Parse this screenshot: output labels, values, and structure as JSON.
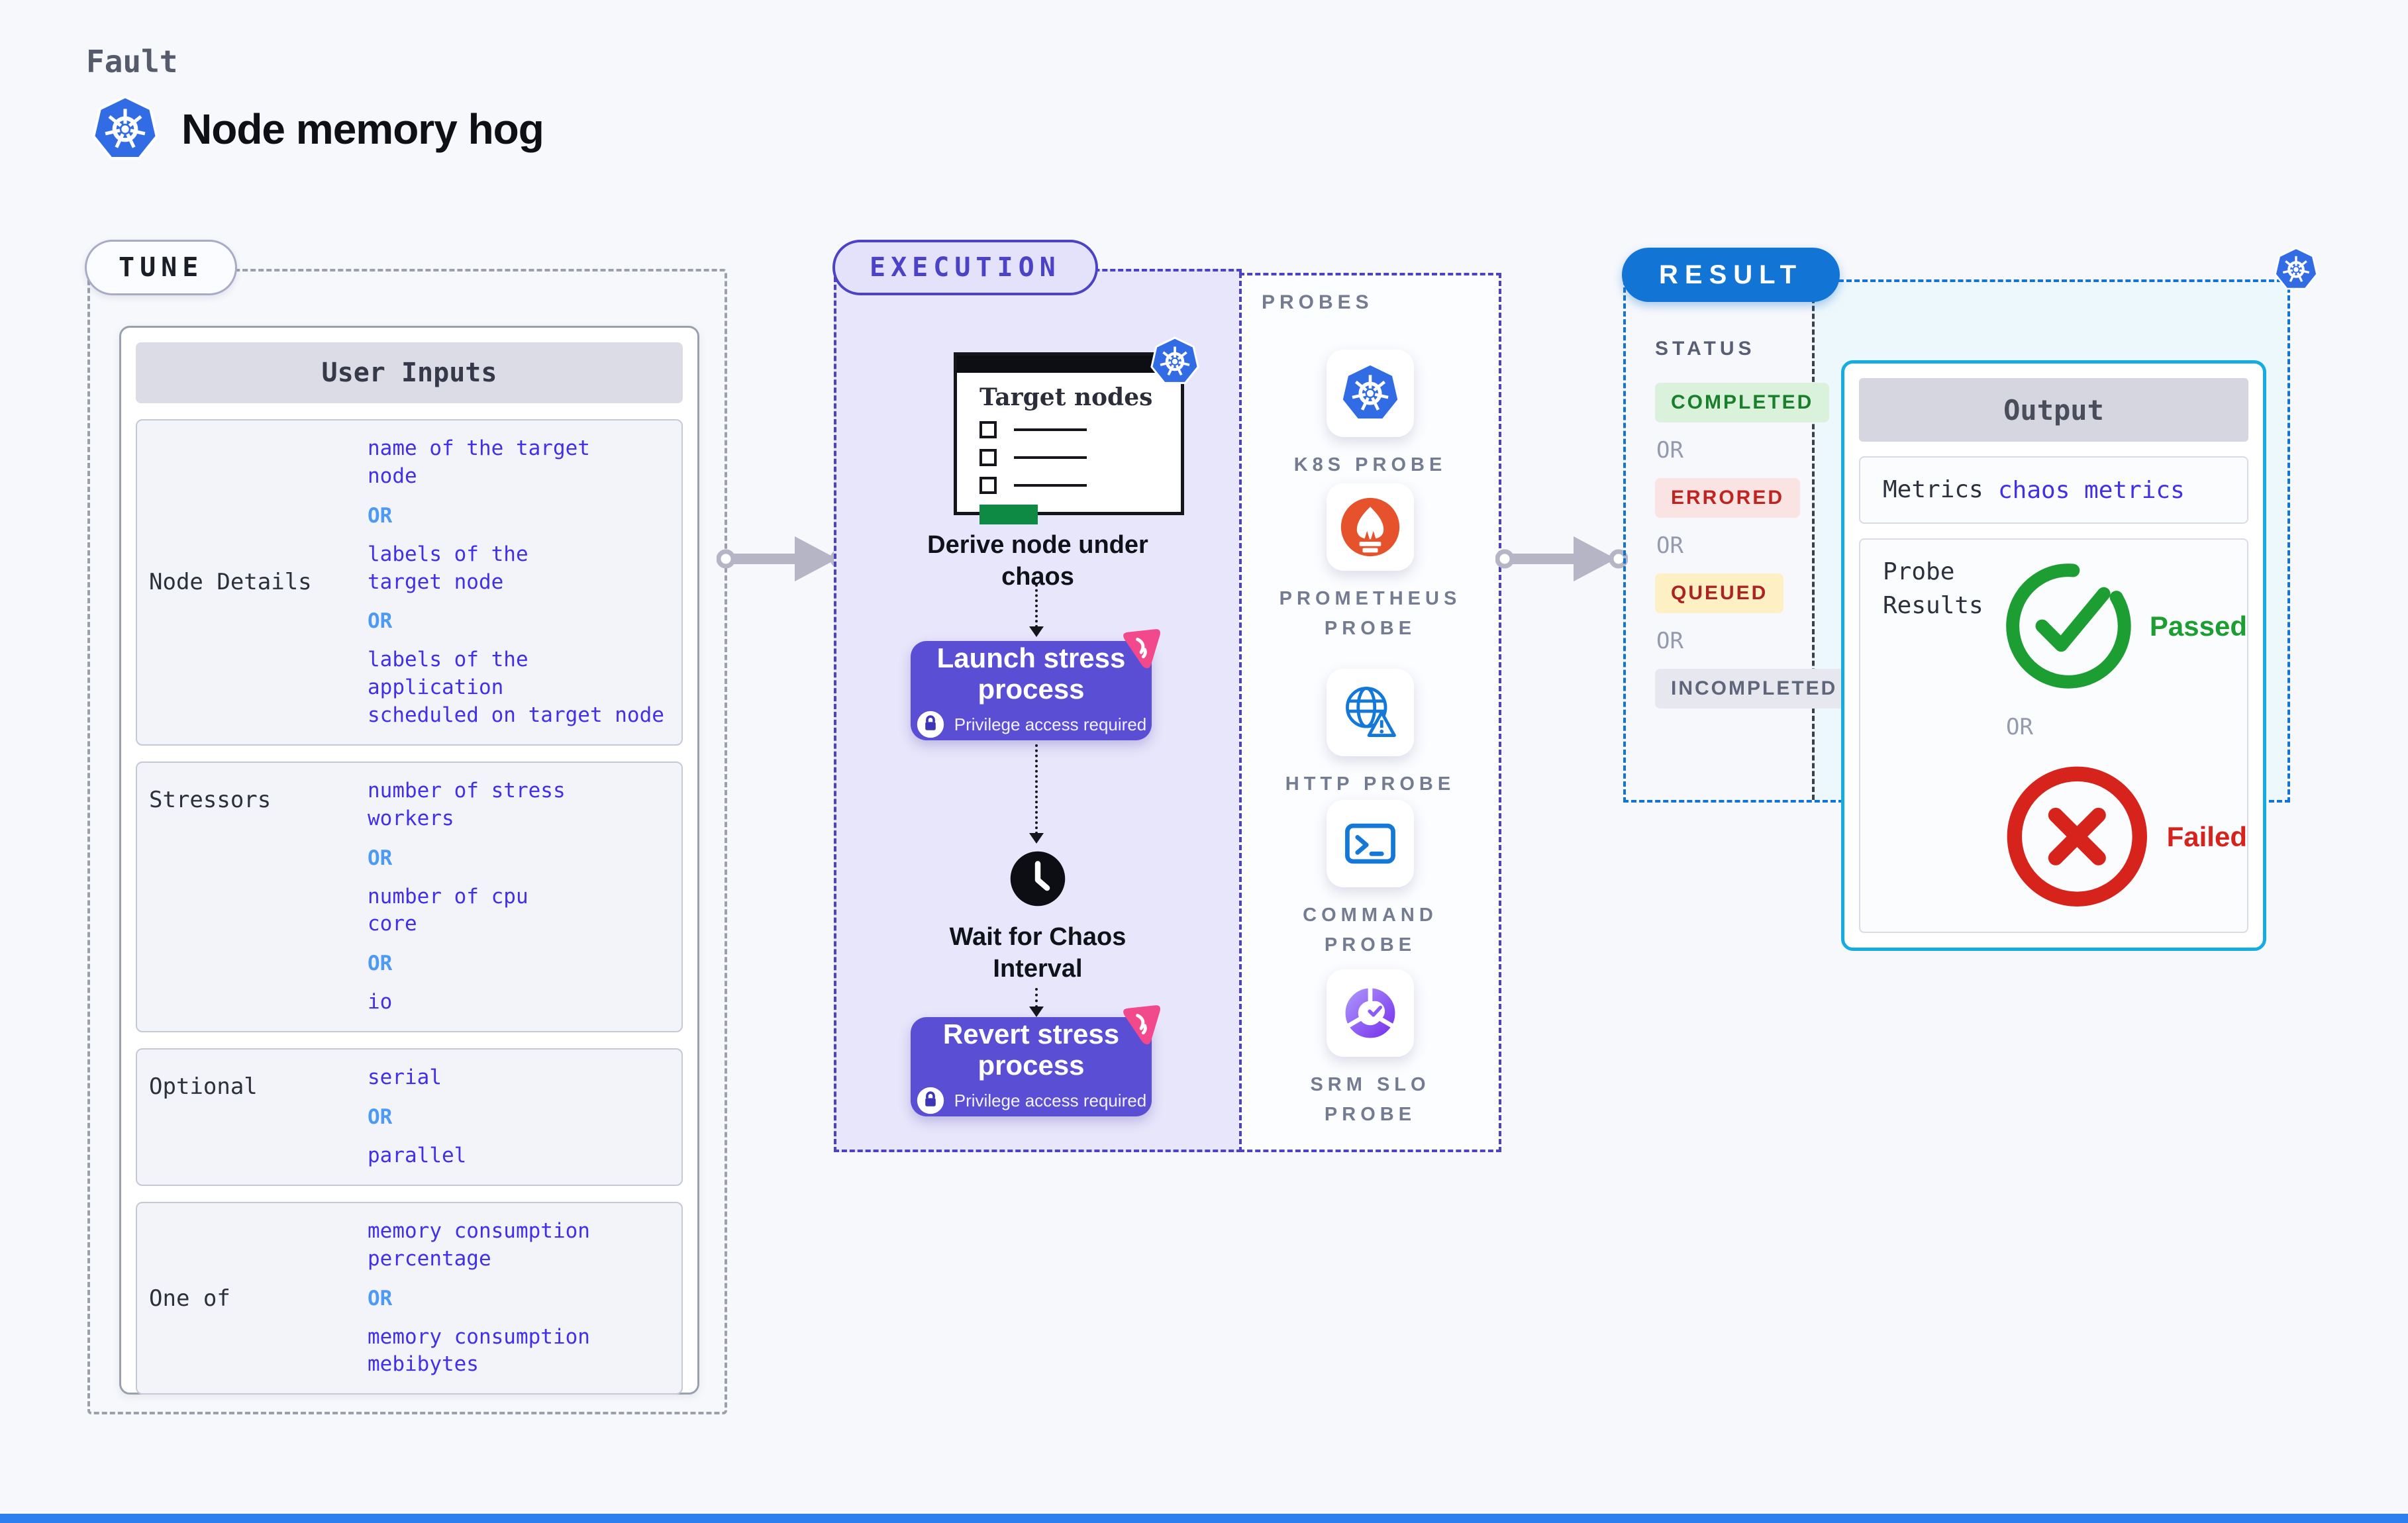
{
  "page": {
    "kicker": "Fault",
    "title": "Node memory hog",
    "or_label": "OR"
  },
  "colors": {
    "value_blue": "#4130e8",
    "or_blue": "#4d9af5",
    "indigo_accent": "#4b42c6",
    "button_purple": "#5a4fd4",
    "result_blue": "#1274d4",
    "output_border": "#16acdf",
    "passed_green": "#1d9e33",
    "failed_red": "#d6231c",
    "kubernetes_blue": "#326ce5",
    "prometheus_orange": "#e6522c",
    "chaos_pink": "#f2498c"
  },
  "tune": {
    "badge": "TUNE",
    "panel_title": "User Inputs",
    "rows": [
      {
        "label": "Node Details",
        "values": [
          "name of the target\nnode",
          "labels of the\ntarget node",
          "labels of the application\nscheduled on target node"
        ]
      },
      {
        "label": "Stressors",
        "values": [
          "number of stress\nworkers",
          "number of cpu\ncore",
          "io"
        ]
      },
      {
        "label": "Optional",
        "values": [
          "serial",
          "parallel"
        ]
      },
      {
        "label": "One of",
        "values": [
          "memory consumption\npercentage",
          "memory consumption\nmebibytes"
        ]
      }
    ]
  },
  "execution": {
    "badge": "EXECUTION",
    "target_card_title": "Target nodes",
    "steps": {
      "derive": "Derive node under chaos",
      "launch": "Launch stress process",
      "privilege": "Privilege access required",
      "wait": "Wait for Chaos Interval",
      "revert": "Revert stress process"
    }
  },
  "probes": {
    "label": "PROBES",
    "items": [
      {
        "name": "K8S PROBE",
        "icon": "kubernetes"
      },
      {
        "name": "PROMETHEUS PROBE",
        "icon": "prometheus"
      },
      {
        "name": "HTTP PROBE",
        "icon": "http"
      },
      {
        "name": "COMMAND PROBE",
        "icon": "command"
      },
      {
        "name": "SRM SLO PROBE",
        "icon": "srm-slo"
      }
    ]
  },
  "result": {
    "badge": "RESULT",
    "status_label": "STATUS",
    "statuses": [
      {
        "label": "COMPLETED",
        "kind": "completed"
      },
      {
        "label": "ERRORED",
        "kind": "errored"
      },
      {
        "label": "QUEUED",
        "kind": "queued"
      },
      {
        "label": "INCOMPLETED",
        "kind": "incompleted"
      }
    ],
    "output": {
      "title": "Output",
      "metrics_label": "Metrics",
      "metrics_value": "chaos metrics",
      "probe_results_label": "Probe Results",
      "passed": "Passed",
      "failed": "Failed"
    }
  }
}
